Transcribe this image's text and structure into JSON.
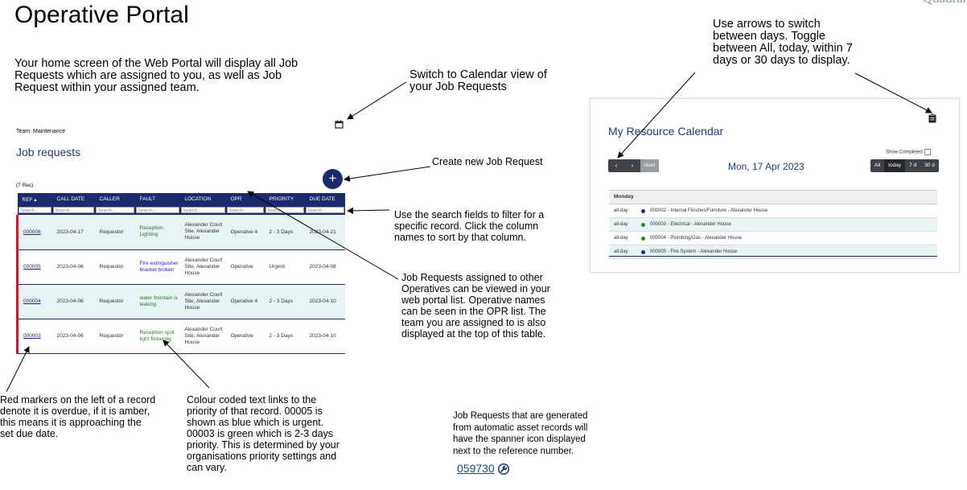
{
  "title": "Operative Portal",
  "brand": "Quadrant",
  "notes": {
    "home": "Your home screen of the Web Portal will display all Job Requests which are assigned to you, as well as Job Request within your assigned team.",
    "calendar": "Switch to Calendar view of your Job Requests",
    "create": "Create new Job Request",
    "search": "Use the search fields to filter for a specific record. Click the column names to sort by that column.",
    "operatives": "Job Requests assigned to other Operatives can be viewed in your web portal list. Operative names can be seen in the OPR list. The team you are assigned to is also displayed at the top of this table.",
    "markers": "Red markers on the left of a record denote it is overdue, if it is amber, this means it is approaching the set due date.",
    "colour": "Colour coded text links to the priority of that record. 00005 is shown as blue which is urgent. 00003 is green which is 2-3 days priority. This is determined by your organisations priority settings and can vary.",
    "arrows": "Use arrows to switch between days. Toggle between All, today, within 7 days or 30 days to display.",
    "auto": "Job Requests that are generated from automatic asset records will have the spanner icon displayed next to the reference number."
  },
  "jobs": {
    "team_label": "Team:",
    "team": "Maintenance",
    "title": "Job requests",
    "records": "(7 Rec)",
    "add": "+",
    "search_placeholder": "Search...",
    "columns": [
      "REF ▴",
      "CALL DATE",
      "CALLER",
      "FAULT",
      "LOCATION",
      "OPR",
      "PRIORITY",
      "DUE DATE"
    ],
    "rows": [
      {
        "ref": "000006",
        "call": "2023-04-17",
        "caller": "Requestor",
        "fault": "Reception Lighting",
        "loc": "Alexander Court Site, Alexander House",
        "opr": "Operative 4",
        "priority": "2 - 3 Days",
        "due": "2023-04-21"
      },
      {
        "ref": "000005",
        "call": "2023-04-06",
        "caller": "Requestor",
        "fault": "Fire extinguisher bracket broken",
        "loc": "Alexander Court Site, Alexander House",
        "opr": "Operative",
        "priority": "Urgent",
        "due": "2023-04-08"
      },
      {
        "ref": "000004",
        "call": "2023-04-06",
        "caller": "Requestor",
        "fault": "water fountain is leaking",
        "loc": "Alexander Court Site, Alexander House",
        "opr": "Operative 4",
        "priority": "2 - 3 Days",
        "due": "2023-04-10"
      },
      {
        "ref": "000003",
        "call": "2023-04-06",
        "caller": "Requestor",
        "fault": "Reception spot light flickering",
        "loc": "Alexander Court Site, Alexander House",
        "opr": "Operative",
        "priority": "2 - 3 Days",
        "due": "2023-04-10"
      }
    ]
  },
  "calendar": {
    "title": "My Resource Calendar",
    "show_completed": "Show Completed",
    "prev": "‹",
    "next": "›",
    "reset": "reset",
    "date": "Mon, 17 Apr 2023",
    "ranges": [
      "All",
      "today",
      "7 d",
      "30 d"
    ],
    "day": "Monday",
    "events": [
      {
        "time": "all-day",
        "text": "000002 - Internal Finishes/Furniture - Alexander House",
        "color": "#1a1ad0"
      },
      {
        "time": "all-day",
        "text": "000003 - Electrical - Alexander House",
        "color": "#2a8a2a"
      },
      {
        "time": "all-day",
        "text": "000004 - Plumbing/Gas - Alexander House",
        "color": "#2a8a2a"
      },
      {
        "time": "all-day",
        "text": "000005 - Fire System - Alexander House",
        "color": "#1a1ad0"
      }
    ]
  },
  "spanner_ref": "059730"
}
